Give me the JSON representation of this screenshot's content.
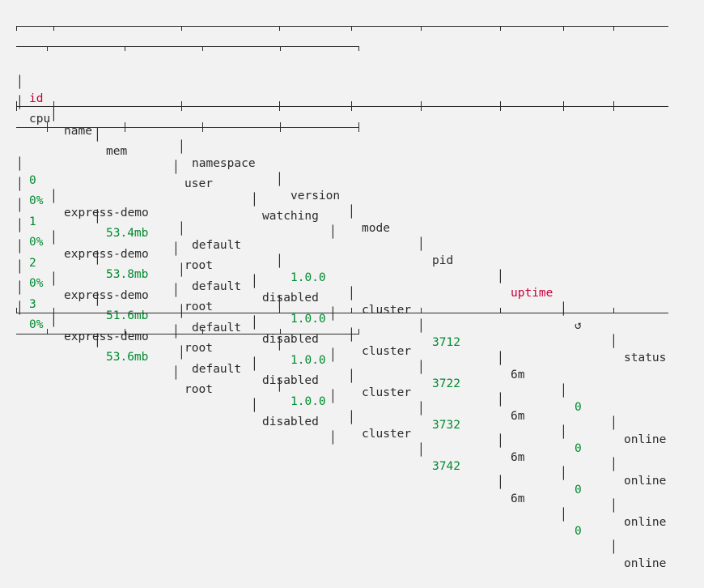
{
  "table": {
    "headers": [
      "id",
      "name",
      "namespace",
      "version",
      "mode",
      "pid",
      "uptime",
      "↺",
      "status",
      "cpu",
      "mem",
      "user",
      "watching"
    ],
    "rows": [
      {
        "id": "0",
        "name": "express-demo",
        "namespace": "default",
        "version": "1.0.0",
        "mode": "cluster",
        "pid": "3712",
        "uptime": "6m",
        "restarts": "0",
        "status": "online",
        "cpu": "0%",
        "mem": "53.4mb",
        "user": "root",
        "watching": "disabled"
      },
      {
        "id": "1",
        "name": "express-demo",
        "namespace": "default",
        "version": "1.0.0",
        "mode": "cluster",
        "pid": "3722",
        "uptime": "6m",
        "restarts": "0",
        "status": "online",
        "cpu": "0%",
        "mem": "53.8mb",
        "user": "root",
        "watching": "disabled"
      },
      {
        "id": "2",
        "name": "express-demo",
        "namespace": "default",
        "version": "1.0.0",
        "mode": "cluster",
        "pid": "3732",
        "uptime": "6m",
        "restarts": "0",
        "status": "online",
        "cpu": "0%",
        "mem": "51.6mb",
        "user": "root",
        "watching": "disabled"
      },
      {
        "id": "3",
        "name": "express-demo",
        "namespace": "default",
        "version": "1.0.0",
        "mode": "cluster",
        "pid": "3742",
        "uptime": "6m",
        "restarts": "0",
        "status": "online",
        "cpu": "0%",
        "mem": "53.6mb",
        "user": "root",
        "watching": "disabled"
      }
    ]
  },
  "colors": {
    "text": "#2b2b2b",
    "header_highlight": "#c8003c",
    "number": "#008a2e",
    "background": "#f2f2f2"
  }
}
